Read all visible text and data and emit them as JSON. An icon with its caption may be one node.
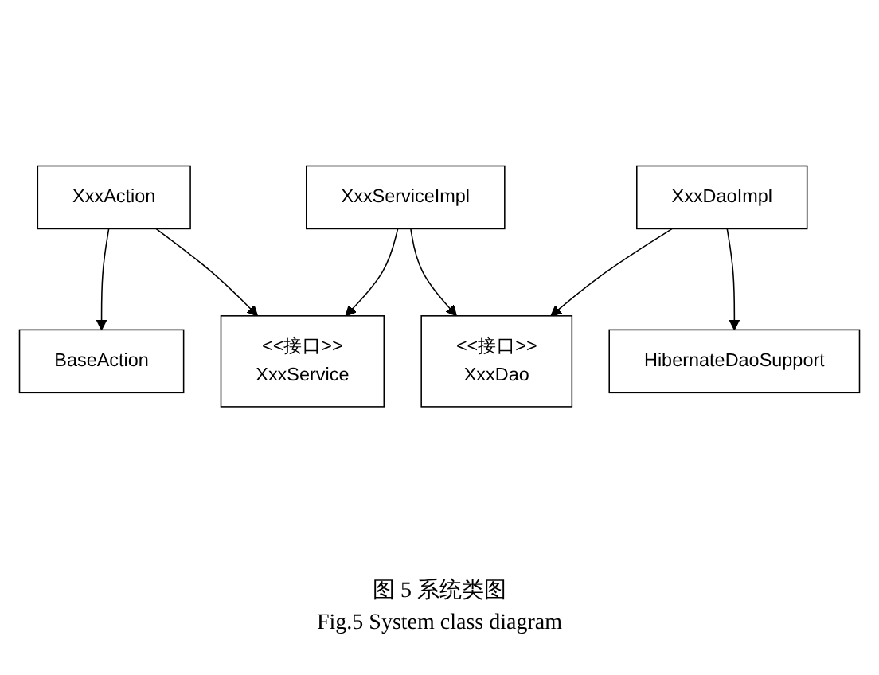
{
  "diagram": {
    "caption": "图 5 系统类图",
    "nodes": [
      {
        "text": [
          "BaseAction"
        ]
      },
      {
        "text": [
          "XxxAction"
        ]
      },
      {
        "text": [
          "<<接口>>",
          "XxxService"
        ]
      },
      {
        "text": [
          "XxxServiceImpl"
        ]
      },
      {
        "text": [
          "XxxDaoImpl"
        ]
      },
      {
        "text": [
          "<<接口>>",
          "XxxDao"
        ]
      },
      {
        "text": [
          "HibernateDaoSupport"
        ]
      }
    ],
    "edges": [
      {
        "from": 1,
        "to": 0,
        "arrow": "to"
      },
      {
        "from": 1,
        "to": 2,
        "arrow": "to"
      },
      {
        "from": 3,
        "to": 2,
        "arrow": "to"
      },
      {
        "from": 3,
        "to": 5,
        "arrow": "to"
      },
      {
        "from": 4,
        "to": 5,
        "arrow": "to"
      },
      {
        "from": 4,
        "to": 6,
        "arrow": "to"
      }
    ],
    "labels": [
      "Fig.5 System class diagram"
    ]
  }
}
